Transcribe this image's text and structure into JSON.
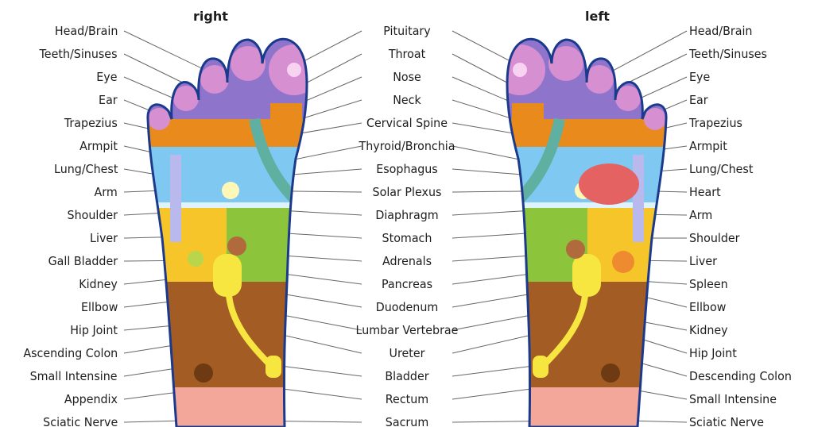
{
  "titles": {
    "right_foot": "right",
    "left_foot": "left"
  },
  "labels_left": [
    "Head/Brain",
    "Teeth/Sinuses",
    "Eye",
    "Ear",
    "Trapezius",
    "Armpit",
    "Lung/Chest",
    "Arm",
    "Shoulder",
    "Liver",
    "Gall Bladder",
    "Kidney",
    "Ellbow",
    "Hip Joint",
    "Ascending Colon",
    "Small Intensine",
    "Appendix",
    "Sciatic Nerve"
  ],
  "labels_center": [
    "Pituitary",
    "Throat",
    "Nose",
    "Neck",
    "Cervical Spine",
    "Thyroid/Bronchia",
    "Esophagus",
    "Solar Plexus",
    "Diaphragm",
    "Stomach",
    "Adrenals",
    "Pancreas",
    "Duodenum",
    "Lumbar Vertebrae",
    "Ureter",
    "Bladder",
    "Rectum",
    "Sacrum"
  ],
  "labels_right": [
    "Head/Brain",
    "Teeth/Sinuses",
    "Eye",
    "Ear",
    "Trapezius",
    "Armpit",
    "Lung/Chest",
    "Heart",
    "Arm",
    "Shoulder",
    "Liver",
    "Spleen",
    "Ellbow",
    "Kidney",
    "Hip Joint",
    "Descending Colon",
    "Small Intensine",
    "Sciatic Nerve"
  ],
  "colors": {
    "outline": "#1b3a8c",
    "edge": "#3c57b8",
    "toe_pink": "#d68fd0",
    "toe_purple": "#8f74cc",
    "orange": "#e98a1d",
    "light_blue": "#7fc8f2",
    "green": "#8cc43b",
    "yellow": "#f6c52a",
    "bright_yellow": "#f7e640",
    "brown": "#a25c24",
    "dark_brown": "#6e3a13",
    "salmon": "#f2a79a",
    "heart_red": "#e46262",
    "line": "#666666"
  }
}
